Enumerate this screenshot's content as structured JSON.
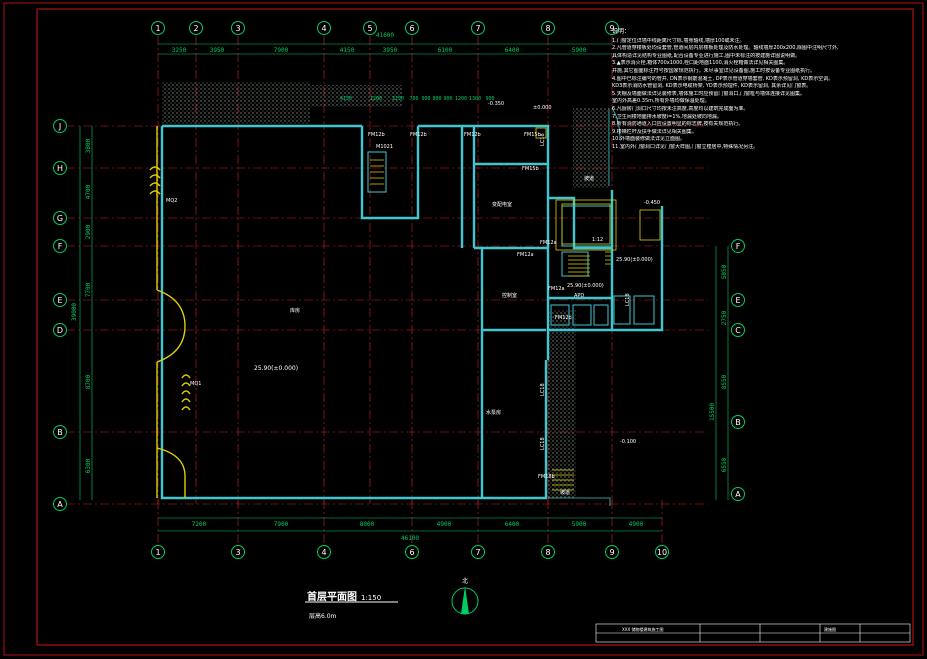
{
  "drawing": {
    "title": "首层平面图",
    "scale": "1:150",
    "floor_height": "层高6.0m",
    "north_label": "北",
    "title_block_name": "XXX 储物楼建筑施工图",
    "title_block_sheet": "建施图",
    "colors": {
      "background": "#000000",
      "frame": "#b01010",
      "wall": "#3fc6d0",
      "dimension": "#00cc66",
      "axis": "#d02020",
      "stair": "#e0d000",
      "hatch": "#6a7a6a",
      "text": "#ffffff"
    }
  },
  "axes": {
    "top": [
      "1",
      "2",
      "3",
      "4",
      "5",
      "6",
      "7",
      "8",
      "9"
    ],
    "bottom": [
      "1",
      "3",
      "4",
      "6",
      "7",
      "8",
      "9",
      "10"
    ],
    "left": [
      "J",
      "H",
      "G",
      "F",
      "E",
      "D",
      "B",
      "A"
    ],
    "right": [
      "F",
      "E",
      "C",
      "B",
      "A"
    ]
  },
  "dims": {
    "top_total": "41600",
    "top_segments": [
      "3250",
      "3950",
      "7900",
      "4150",
      "3950",
      "6100",
      "6400",
      "5900"
    ],
    "top_inner": [
      "4150",
      "1200",
      "2250",
      "700",
      "900",
      "800",
      "900",
      "1200",
      "1300",
      "900"
    ],
    "bottom_total": "46100",
    "bottom_segments": [
      "7200",
      "7900",
      "8000",
      "4900",
      "6400",
      "5900",
      "4900"
    ],
    "left_outer": [
      "3800",
      "4700",
      "2900",
      "7700",
      "8700",
      "6300"
    ],
    "left_total": "39000",
    "right": [
      "5050",
      "2750",
      "8550",
      "15500",
      "6550"
    ]
  },
  "labels": {
    "elev_main": "25.90(±0.000)",
    "elev_stair": "25.90(±0.000)",
    "elev_east": "25.90(±0.000)",
    "elev_top": "-0.350",
    "elev_top2": "±0.000",
    "elev_stair_top": "-0.450",
    "elev_east_low": "-0.100",
    "mq1": "MQ1",
    "mq2": "MQ2",
    "fm12b": "FM12b",
    "fm12b_2": "FM12b",
    "fm12b_3": "FM12b",
    "fm15b": "FM15b",
    "fm15b_2": "FM15b",
    "fm12a": "FM12a",
    "fm12a_2": "FM12a",
    "fm12a_3": "FM12a",
    "fm12b_4": "FM12b",
    "m1021": "M1021",
    "fm18b": "FM18b",
    "lc18": "LC18",
    "lc18_2": "LC18",
    "lc18_3": "LC18",
    "lc18_4": "LC18",
    "stair_ratio": "1:12",
    "room_main": "库房",
    "room_elec": "变配电室",
    "room_ctrl": "控制室",
    "room_pump": "水泵房",
    "room_apd": "APD",
    "ramp": "坡道",
    "ramp2": "坡道"
  },
  "notes": {
    "title": "说明：",
    "lines": [
      "1.门窗定位详墙中线距离尺寸标,墙身轴线,墙厚100或未注。",
      "2.凡管道穿楼板处均设套管,管道间层内层楼板处理及防水处理。轴线墙厚200x200,除图中注明尺寸外,",
      "  具体构造详见结构专业图纸,配合设备专业进行施工,图中未标注的按建施详图说明做。",
      "3.▲表示消火栓,箱体700x1000,栓口距地面1100,消火栓箱做法详见相关图集。",
      "  并施,其它图面标注符号按国家规范执行。未尽事宜详见设备图,施工时按设备专业图纸执行。",
      "4.图中已标注编号的管井, DN表示钢筋混凝土, DP表示管道穿墙套管, KD表示预留洞, KD表示空调。",
      "  KD3表示消防水管留洞, KD表示电缆桥架, YD表示预埋件, KD表示留洞, 其余详见门窗表。",
      "5.天棚及墙面做法详见装修表,墙体施工时应预留门窗洞口,门窗框与墙体连接详见图集。",
      "  室内外高差0.35m,所有外墙均做保温处理。",
      "6.凡厨房门洞口尺寸均按未注高度,高度均以建筑完成面为准。",
      "7.卫生间楼地面排水坡度i=1%,地漏处坡向地漏。",
      "8.所有消防通道入口应设置明显的标志牌,按有关规范执行。",
      "9.楼梯栏杆及扶手做法详见相关图集。",
      "10.外墙面装修做法详见立面图。",
      "11.室内外门窗洞口详见门窗大样图,门窗立樘居中,特殊情况另注。"
    ]
  }
}
